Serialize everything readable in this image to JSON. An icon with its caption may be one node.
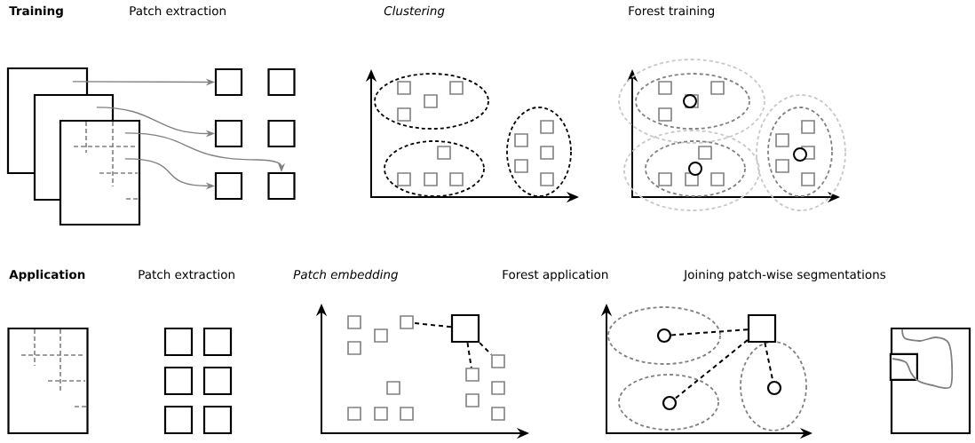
{
  "diagram": {
    "nodes": [
      {
        "text": [],
        "shape": "box"
      },
      {
        "text": [],
        "shape": "box"
      },
      {
        "text": [],
        "shape": "box"
      },
      {
        "text": [],
        "shape": "box"
      },
      {
        "text": [],
        "shape": "box"
      },
      {
        "text": [],
        "shape": "box"
      },
      {
        "text": [],
        "shape": "box"
      },
      {
        "text": [],
        "shape": "box"
      },
      {
        "text": [],
        "shape": "box"
      },
      {
        "text": [],
        "shape": "box"
      },
      {
        "text": [],
        "shape": "box"
      },
      {
        "text": [],
        "shape": "box"
      },
      {
        "text": [],
        "shape": "box"
      },
      {
        "text": [],
        "shape": "box"
      },
      {
        "text": [],
        "shape": "box"
      },
      {
        "text": [],
        "shape": "box"
      },
      {
        "text": [],
        "shape": "box"
      },
      {
        "text": [],
        "shape": "box"
      },
      {
        "text": [],
        "shape": "box"
      },
      {
        "text": [],
        "shape": "box"
      },
      {
        "text": [],
        "shape": "box"
      },
      {
        "text": [],
        "shape": "circle"
      },
      {
        "text": [],
        "shape": "circle"
      },
      {
        "text": [],
        "shape": "circle"
      },
      {
        "text": [],
        "shape": "box"
      },
      {
        "text": [],
        "shape": "box",
        "in": 24
      }
    ],
    "edges": [
      {
        "from": 0,
        "to": 3,
        "arrow": "to",
        "color": "#808080"
      },
      {
        "from": 1,
        "to": 5,
        "arrow": "to",
        "color": "#808080"
      },
      {
        "from": 2,
        "to": 8,
        "arrow": "to",
        "color": "#808080"
      },
      {
        "from": 2,
        "to": 7,
        "arrow": "to",
        "color": "#808080"
      },
      {
        "from": 16,
        "to": 17,
        "arrow": "none",
        "style": "dashed"
      },
      {
        "from": 16,
        "to": 18,
        "arrow": "none",
        "style": "dashed"
      },
      {
        "from": 16,
        "to": 19,
        "arrow": "none",
        "style": "dashed"
      },
      {
        "from": 20,
        "to": 21,
        "arrow": "none",
        "style": "dashed"
      },
      {
        "from": 20,
        "to": 22,
        "arrow": "none",
        "style": "dashed"
      },
      {
        "from": 20,
        "to": 23,
        "arrow": "none",
        "style": "dashed"
      }
    ],
    "labels": [
      "Training",
      "Patch extraction",
      "Clustering",
      "Forest training",
      "Application",
      "Patch extraction",
      "Patch embedding",
      "Forest application",
      "Joining patch-wise segmentations"
    ]
  }
}
